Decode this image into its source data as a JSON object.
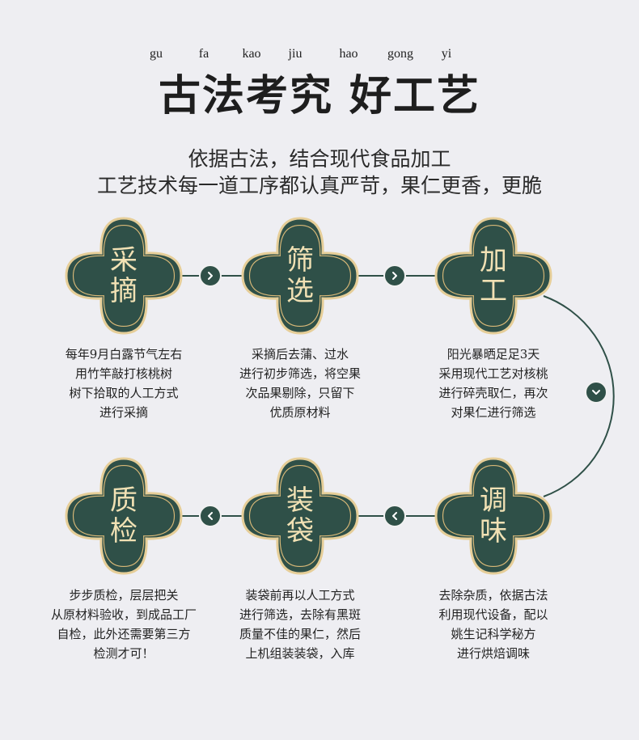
{
  "pinyin": [
    "gu",
    "fa",
    "kao",
    "jiu",
    "hao",
    "gong",
    "yi"
  ],
  "title": "古法考究 好工艺",
  "subtitle": {
    "line1": "依据古法，结合现代食品加工",
    "line2": "工艺技术每一道工序都认真严苛，果仁更香，更脆"
  },
  "steps": [
    {
      "char1": "采",
      "char2": "摘",
      "desc": [
        "每年9月白露节气左右",
        "用竹竿敲打核桃树",
        "树下拾取的人工方式",
        "进行采摘"
      ]
    },
    {
      "char1": "筛",
      "char2": "选",
      "desc": [
        "采摘后去蒲、过水",
        "进行初步筛选，将空果",
        "次品果剔除，只留下",
        "优质原材料"
      ]
    },
    {
      "char1": "加",
      "char2": "工",
      "desc": [
        "阳光暴晒足足3天",
        "采用现代工艺对核桃",
        "进行碎壳取仁，再次",
        "对果仁进行筛选"
      ]
    },
    {
      "char1": "调",
      "char2": "味",
      "desc": [
        "去除杂质，依据古法",
        "利用现代设备，配以",
        "姚生记科学秘方",
        "进行烘焙调味"
      ]
    },
    {
      "char1": "装",
      "char2": "袋",
      "desc": [
        "装袋前再以人工方式",
        "进行筛选，去除有黑斑",
        "质量不佳的果仁，然后",
        "上机组装装袋，入库"
      ]
    },
    {
      "char1": "质",
      "char2": "检",
      "desc": [
        "步步质检，层层把关",
        "从原材料验收，到成品工厂",
        "自检，此外还需要第三方",
        "检测才可！"
      ]
    }
  ],
  "colors": {
    "badge": "#2f5048",
    "gold": "#d9b978",
    "badgeText": "#f1e1b4",
    "background": "#eeeef2"
  }
}
